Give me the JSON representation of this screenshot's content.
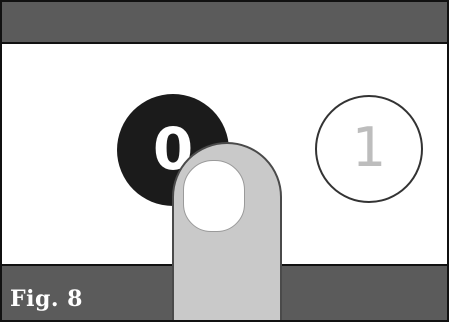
{
  "buttons": {
    "zero": {
      "label": "0"
    },
    "one": {
      "label": "1"
    }
  },
  "caption": "Fig. 8",
  "colors": {
    "band": "#5b5b5b",
    "active_button": "#1b1b1b",
    "inactive_button": "#ffffff",
    "finger": "#c9c9c9"
  }
}
